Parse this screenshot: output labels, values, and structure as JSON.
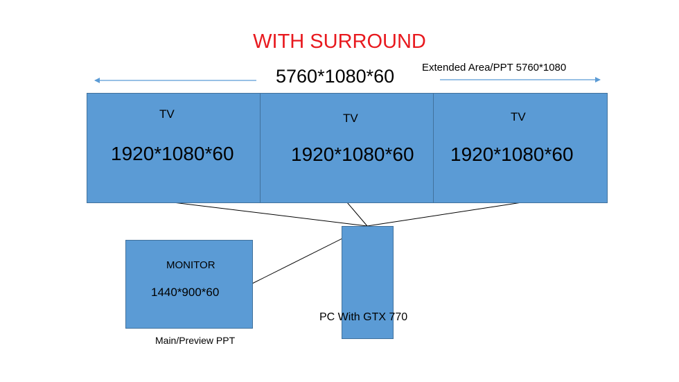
{
  "title": "WITH SURROUND",
  "total_resolution": "5760*1080*60",
  "extended_area_label": "Extended Area/PPT 5760*1080",
  "tvs": [
    {
      "label": "TV",
      "resolution": "1920*1080*60"
    },
    {
      "label": "TV",
      "resolution": "1920*1080*60"
    },
    {
      "label": "TV",
      "resolution": "1920*1080*60"
    }
  ],
  "monitor": {
    "label": "MONITOR",
    "resolution": "1440*900*60",
    "caption": "Main/Preview PPT"
  },
  "pc": {
    "label": "PC With GTX 770"
  },
  "colors": {
    "title": "#e8191e",
    "box_fill": "#5b9bd5",
    "box_border": "#41719c",
    "arrow": "#5b9bd5"
  }
}
